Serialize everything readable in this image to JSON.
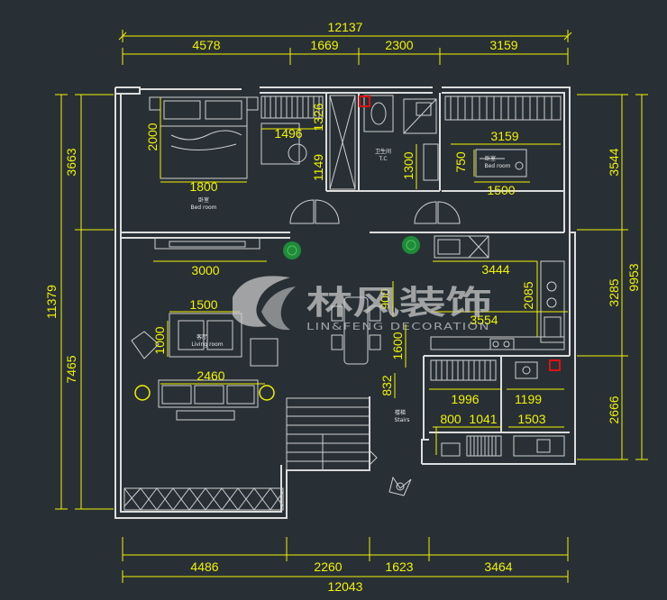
{
  "dimensions": {
    "top_total": "12137",
    "top_segments": [
      "4578",
      "1669",
      "2300",
      "3159"
    ],
    "bottom_segments": [
      "4486",
      "2260",
      "1623",
      "3464"
    ],
    "bottom_total": "12043",
    "left_total": "11379",
    "left_segments": [
      "3663",
      "7465"
    ],
    "right_segments": [
      "3544",
      "3285",
      "2666"
    ],
    "right_total": "9953"
  },
  "interior_dims": {
    "bed_height": "2000",
    "bed_width": "1800",
    "desk_width": "1496",
    "wardrobe_height": "1326",
    "corridor": "1149",
    "bath_depth": "1300",
    "bed2_width": "3159",
    "bed2_depth": "750",
    "bed2_length": "1500",
    "tv_wall": "3000",
    "kitchen_width": "3444",
    "kitchen_depth": "2085",
    "dining_width": "3554",
    "sofa_depth": "1500",
    "coffee_table": "1000",
    "sofa_length": "2460",
    "dining_table": "900",
    "dining_depth": "1600",
    "stair_step": "832",
    "room_a": "1996",
    "room_b": "1199",
    "storage_a": "800",
    "storage_b": "1041",
    "storage_c": "1503",
    "balcony": "4486"
  },
  "room_labels": {
    "master_bed": "卧室",
    "master_bed_en": "Bed room",
    "wc": "卫生间",
    "wc_en": "T.C",
    "second_bed": "卧室",
    "second_bed_en": "Bed room",
    "living": "客厅",
    "living_en": "Living room",
    "stairs": "楼梯",
    "stairs_en": "Stairs"
  },
  "watermark": {
    "brand": "林风装饰",
    "brand_en": "LIN&FENG DECORATION"
  },
  "colors": {
    "background": "#283036",
    "dimension": "#f2f200",
    "wall": "#dcdcdc",
    "plant": "#1e8a3a",
    "marker": "#e01010"
  }
}
